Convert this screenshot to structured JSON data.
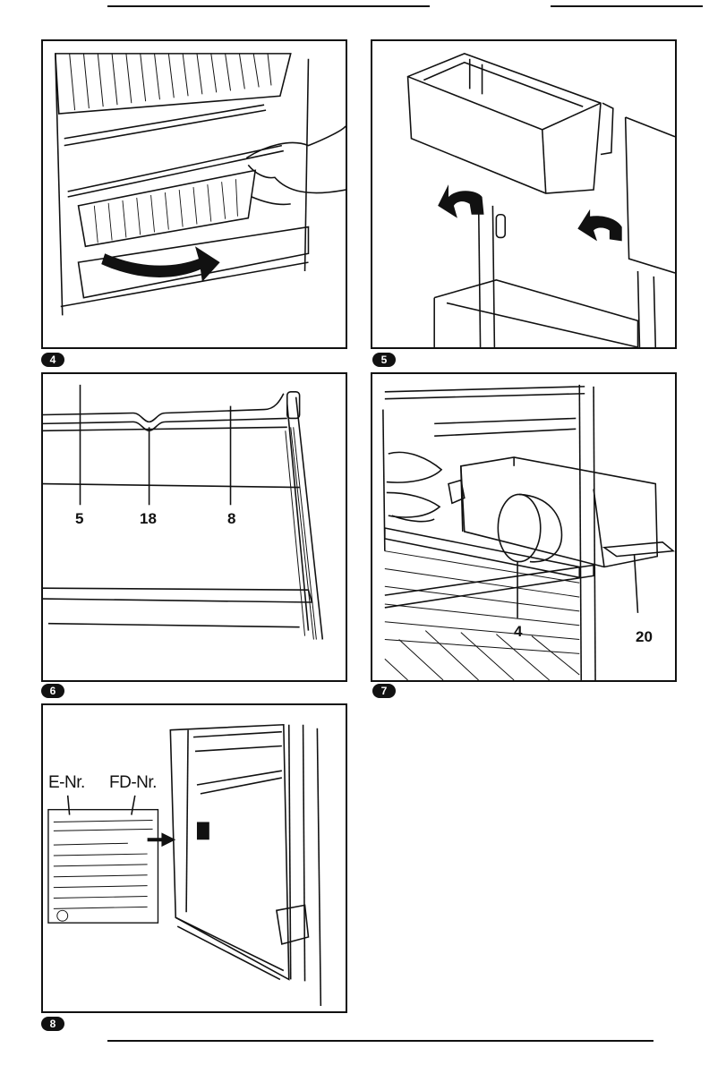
{
  "figures": [
    {
      "badge": "4"
    },
    {
      "badge": "5"
    },
    {
      "badge": "6",
      "callouts": [
        "5",
        "18",
        "8"
      ]
    },
    {
      "badge": "7",
      "callouts": [
        "4",
        "20"
      ]
    },
    {
      "badge": "8",
      "labels": [
        "E-Nr.",
        "FD-Nr."
      ]
    }
  ]
}
